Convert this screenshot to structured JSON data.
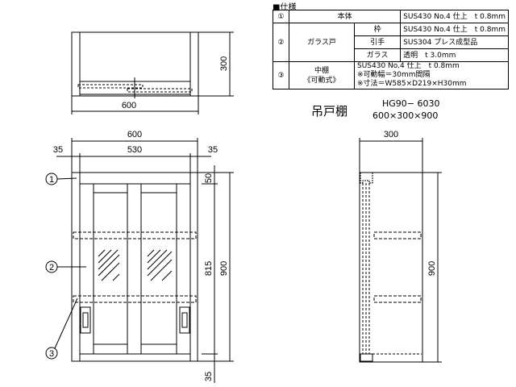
{
  "spec": {
    "heading": "■仕様",
    "rows": [
      {
        "no": "①",
        "name": "本体",
        "desc": "SUS430 No.4 仕上　t 0.8mm"
      },
      {
        "no": "②",
        "name": "ガラス戸",
        "parts": [
          {
            "part": "枠",
            "desc": "SUS430 No.4 仕上　t 0.8mm"
          },
          {
            "part": "引手",
            "desc": "SUS304 プレス成型品"
          },
          {
            "part": "ガラス",
            "desc": "透明　t 3.0mm"
          }
        ]
      },
      {
        "no": "③",
        "name": "中棚",
        "name2": "《可動式》",
        "desc": "SUS430 No.4 仕上　t 0.8mm",
        "desc2": "※可動幅＝30mm間隔",
        "desc3": "※寸法＝W585×D219×H30mm"
      }
    ]
  },
  "product": {
    "name": "吊戸棚",
    "model": "HG90− 6030",
    "size": "600×300×900"
  },
  "top_view": {
    "width": "600",
    "depth": "300"
  },
  "front_view": {
    "width": "600",
    "inner": "530",
    "side_l": "35",
    "side_r": "35",
    "top": "50",
    "door_h": "815",
    "height": "900",
    "bottom": "35",
    "callouts": [
      "1",
      "2",
      "3"
    ]
  },
  "side_view": {
    "depth": "300",
    "height": "900"
  }
}
